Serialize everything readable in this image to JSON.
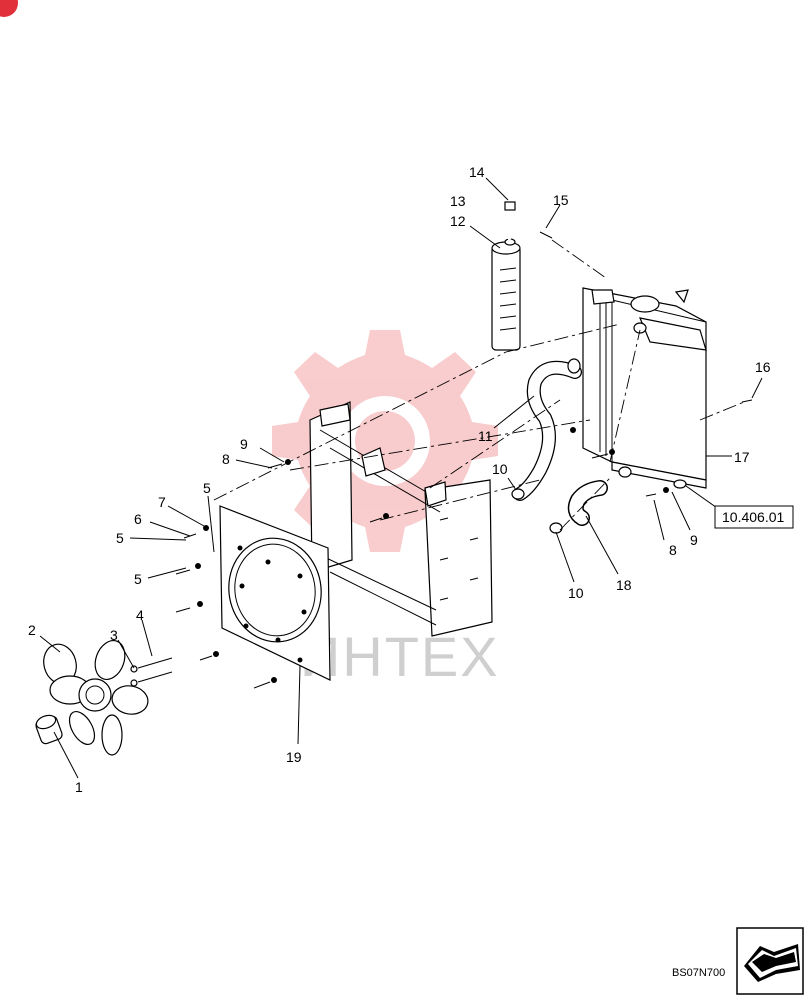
{
  "callouts": [
    {
      "id": "c14",
      "text": "14"
    },
    {
      "id": "c15",
      "text": "15"
    },
    {
      "id": "c13",
      "text": "13"
    },
    {
      "id": "c12",
      "text": "12"
    },
    {
      "id": "c16",
      "text": "16"
    },
    {
      "id": "c11",
      "text": "11"
    },
    {
      "id": "c17",
      "text": "17"
    },
    {
      "id": "c9a",
      "text": "9"
    },
    {
      "id": "c8a",
      "text": "8"
    },
    {
      "id": "c10a",
      "text": "10"
    },
    {
      "id": "c7",
      "text": "7"
    },
    {
      "id": "c5a",
      "text": "5"
    },
    {
      "id": "c6",
      "text": "6"
    },
    {
      "id": "c5b",
      "text": "5"
    },
    {
      "id": "c5c",
      "text": "5"
    },
    {
      "id": "c8b",
      "text": "8"
    },
    {
      "id": "c9b",
      "text": "9"
    },
    {
      "id": "c10b",
      "text": "10"
    },
    {
      "id": "c18",
      "text": "18"
    },
    {
      "id": "c4",
      "text": "4"
    },
    {
      "id": "c3",
      "text": "3"
    },
    {
      "id": "c2",
      "text": "2"
    },
    {
      "id": "c19",
      "text": "19"
    },
    {
      "id": "c1",
      "text": "1"
    }
  ],
  "reference_box": "10.406.01",
  "drawing_code": "BS07N700",
  "watermark_text": "ИНТЕХ",
  "colors": {
    "watermark": "#e8474c",
    "watermark_text": "#c8c8c8",
    "ink": "#000000"
  },
  "icons": {
    "corner_badge": "corner-badge-icon",
    "next_page": "next-page-arrow-icon"
  }
}
